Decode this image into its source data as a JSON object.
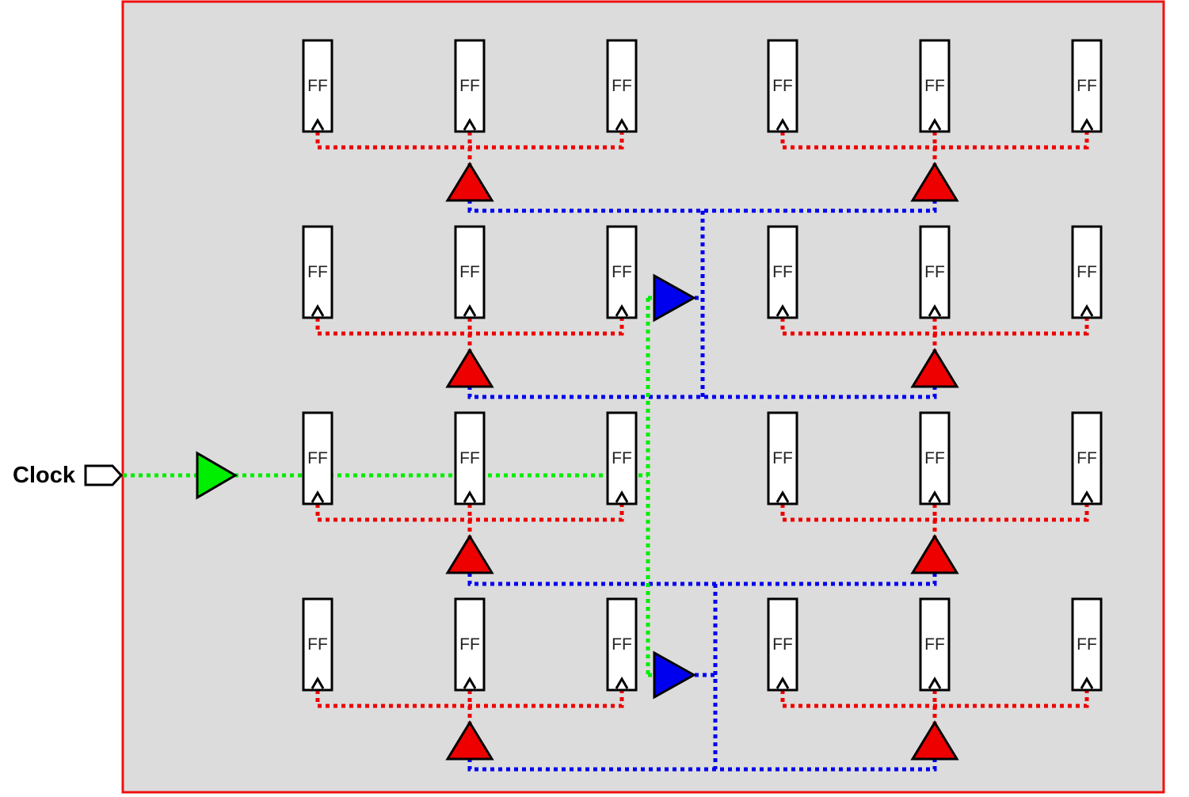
{
  "input": {
    "label": "Clock"
  },
  "ff_label": "FF",
  "colors": {
    "background": "#ffffff",
    "block_fill": "#dcdcdc",
    "block_border": "#ee1111",
    "root_buffer": "#00ee00",
    "level2_buffer": "#0000ee",
    "leaf_buffer": "#ee0000",
    "root_net": "#00ee00",
    "level2_net": "#0000ee",
    "leaf_net": "#ee0000",
    "ff_fill": "#ffffff",
    "ff_stroke": "#000000"
  },
  "structure": {
    "ff_rows": 4,
    "ff_clusters_per_row": 2,
    "ffs_per_cluster": 3,
    "leaf_buffers": 8,
    "level2_buffers": 2,
    "root_buffers": 1
  }
}
